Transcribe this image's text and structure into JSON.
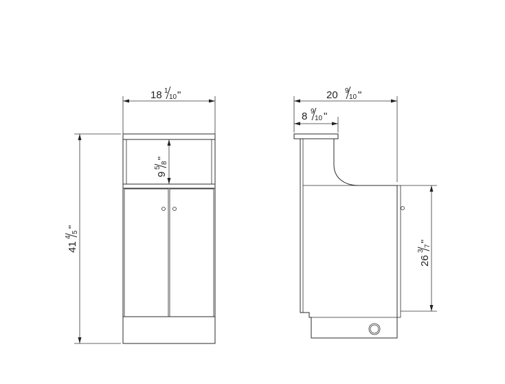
{
  "dimensions": {
    "front_width": {
      "whole": "18",
      "num": "1",
      "den": "10",
      "suffix": "\""
    },
    "side_depth": {
      "whole": "20",
      "num": "9",
      "den": "10",
      "suffix": "\""
    },
    "top_depth": {
      "whole": "8",
      "num": "9",
      "den": "10",
      "suffix": "\""
    },
    "shelf_height": {
      "whole": "9",
      "num": "5",
      "den": "8",
      "suffix": "\""
    },
    "total_height": {
      "whole": "41",
      "num": "4",
      "den": "5",
      "suffix": "\""
    },
    "counter_height": {
      "whole": "26",
      "num": "3",
      "den": "7",
      "suffix": "\""
    }
  }
}
